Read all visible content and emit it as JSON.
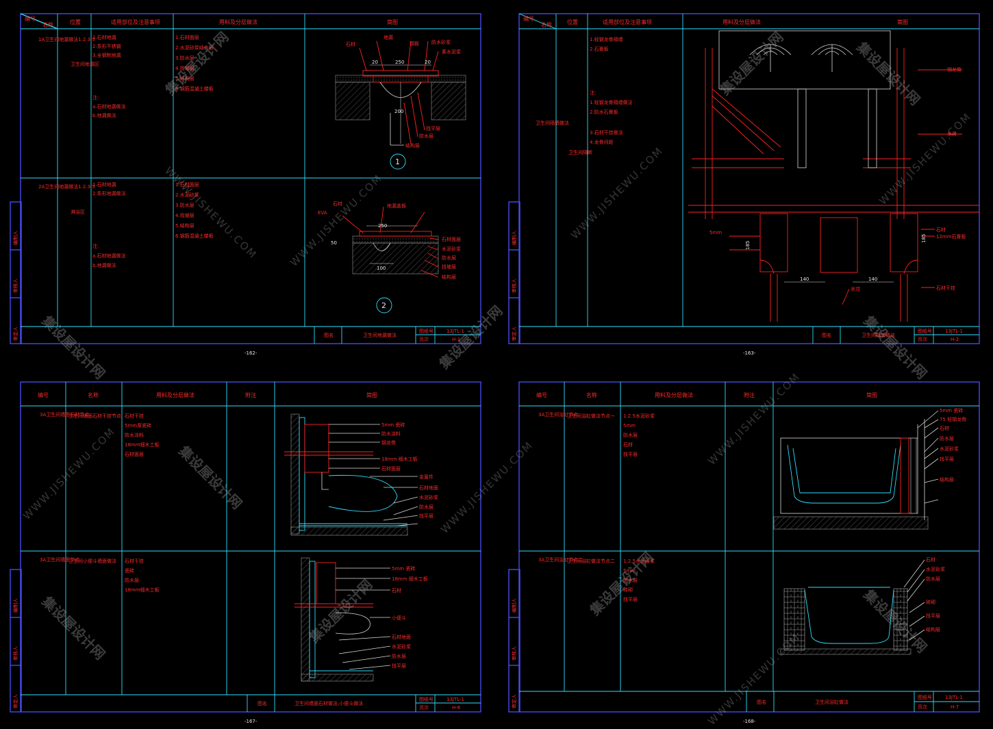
{
  "sheets": [
    {
      "id": "s1",
      "headers": [
        "编号",
        "名称",
        "位置",
        "适用部位及注意事项",
        "用料及分层做法",
        "简图"
      ],
      "rows": [
        {
          "code": "1A卫生间地漏做法1.2.3.5",
          "pos": "卫生间地漏区",
          "notes": [
            "1.石材地漏",
            "2.条形不锈钢",
            "3.全钢制地漏",
            "注:",
            "a.石材地漏做法",
            "b.地漏做法"
          ],
          "layers": [
            "1.石材面层",
            "2.水泥砂浆结合层",
            "3.防水层",
            "4.找坡层",
            "5.结构层",
            "6.钢筋混凝土楼板"
          ],
          "labels": [
            "石材",
            "地漏",
            "钢板",
            "防水砂浆",
            "素水泥浆",
            "找平层",
            "防水层",
            "结构层"
          ],
          "dims": [
            "250",
            "20",
            "20",
            "200"
          ],
          "circle": "1"
        },
        {
          "code": "2A卫生间地漏做法1.2.3.5",
          "pos": "淋浴区",
          "notes": [
            "1.石材地漏",
            "2.条形地漏做法",
            "注:",
            "a.石材地漏做法",
            "b.地漏做法"
          ],
          "layers": [
            "1.石材面层",
            "2.水泥砂浆",
            "3.防水层",
            "4.找坡层",
            "5.结构层",
            "6.钢筋混凝土楼板"
          ],
          "labels": [
            "EVA",
            "石材",
            "地漏盖板",
            "石材面层",
            "水泥砂浆",
            "防水层",
            "找坡层",
            "结构层"
          ],
          "dims": [
            "250",
            "50",
            "100"
          ],
          "circle": "2"
        }
      ],
      "side": [
        "编制人",
        "审核人",
        "审定人"
      ],
      "title": "卫生间地漏做法",
      "code_label": "图纸号",
      "code_val": "13JTL-1",
      "page_label": "页次",
      "page_val": "H-1",
      "tlabel": "图名",
      "footer": "-162-"
    },
    {
      "id": "s2",
      "headers": [
        "编号",
        "名称",
        "位置",
        "适用部位及注意事项",
        "用料及分层做法",
        "简图"
      ],
      "code": "卫生间隔墙做法",
      "pos": "卫生间隔断",
      "notes": [
        "1.轻钢龙骨隔墙",
        "2.石膏板",
        "注:",
        "1.轻钢龙骨隔墙做法",
        "2.防水石膏板",
        "3.石材干挂做法",
        "4.龙骨间距"
      ],
      "labels": [
        "石材",
        "12mm石膏板",
        "钢龙骨",
        "5mm",
        "龙骨",
        "石材干挂",
        "吊顶"
      ],
      "dims": [
        "185",
        "140",
        "140",
        "185"
      ],
      "title": "卫生间隔墙做法",
      "code_label": "图纸号",
      "code_val": "13JTL-1",
      "page_label": "页次",
      "page_val": "H-2",
      "tlabel": "图名",
      "footer": "-163-"
    },
    {
      "id": "s3",
      "headers": [
        "编号",
        "名称",
        "用料及分层做法",
        "附注",
        "简图"
      ],
      "rows": [
        {
          "code": "3A卫生间墙面石材节点",
          "name": "卫生间墙面石材干挂节点",
          "layers": [
            "石材干挂",
            "5mm厚瓷砖",
            "防水涂料",
            "18mm细木工板",
            "石材面层"
          ],
          "labels": [
            "5mm 瓷砖",
            "防水涂料",
            "钢龙骨",
            "18mm 细木工板",
            "石材面层",
            "金属件",
            "石材地面",
            "水泥砂浆",
            "防水层",
            "找平层"
          ]
        },
        {
          "code": "3A卫生间墙面节点",
          "name": "卫生间小便斗墙面做法",
          "layers": [
            "石材干挂",
            "瓷砖",
            "防水层",
            "18mm细木工板"
          ],
          "labels": [
            "5mm 瓷砖",
            "18mm 细木工板",
            "石材",
            "小便斗",
            "石材地面",
            "水泥砂浆",
            "防水层",
            "找平层"
          ]
        }
      ],
      "side": [
        "编制人",
        "审核人",
        "审定人"
      ],
      "title": "卫生间墙面石材做法,小便斗做法",
      "code_label": "图纸号",
      "code_val": "13JTL-1",
      "page_label": "页次",
      "page_val": "H-6",
      "tlabel": "图名",
      "footer": "-167-"
    },
    {
      "id": "s4",
      "headers": [
        "编号",
        "名称",
        "用料及分层做法",
        "附注",
        "简图"
      ],
      "rows": [
        {
          "code": "3A卫生间浴缸节点",
          "name": "卫生间浴缸做法节点一",
          "layers": [
            "1:2.5水泥砂浆",
            "5mm",
            "防水层",
            "石材",
            "找平层"
          ],
          "labels": [
            "5mm 瓷砖",
            "75 轻钢龙骨",
            "石材",
            "防水层",
            "水泥砂浆",
            "找平层",
            "结构层"
          ]
        },
        {
          "code": "3A卫生间浴缸节点二",
          "name": "卫生间浴缸做法节点二",
          "layers": [
            "1:2.5水泥砂浆",
            "5mm",
            "防水层",
            "砖砌",
            "找平层"
          ],
          "labels": [
            "石材",
            "水泥砂浆",
            "防水层",
            "砖砌",
            "找平层",
            "结构层"
          ]
        }
      ],
      "side": [
        "编制人",
        "审核人",
        "审定人"
      ],
      "title": "卫生间浴缸做法",
      "code_label": "图纸号",
      "code_val": "13JTL-1",
      "page_label": "页次",
      "page_val": "H-7",
      "tlabel": "图名",
      "footer": "-168-"
    }
  ],
  "watermark": {
    "cn": "集设屋设计网",
    "en": "WWW.JISHEWU.COM"
  },
  "colors": {
    "frame": "#4a50ff",
    "cyan": "#2fe0ff",
    "red": "#ff2222"
  }
}
